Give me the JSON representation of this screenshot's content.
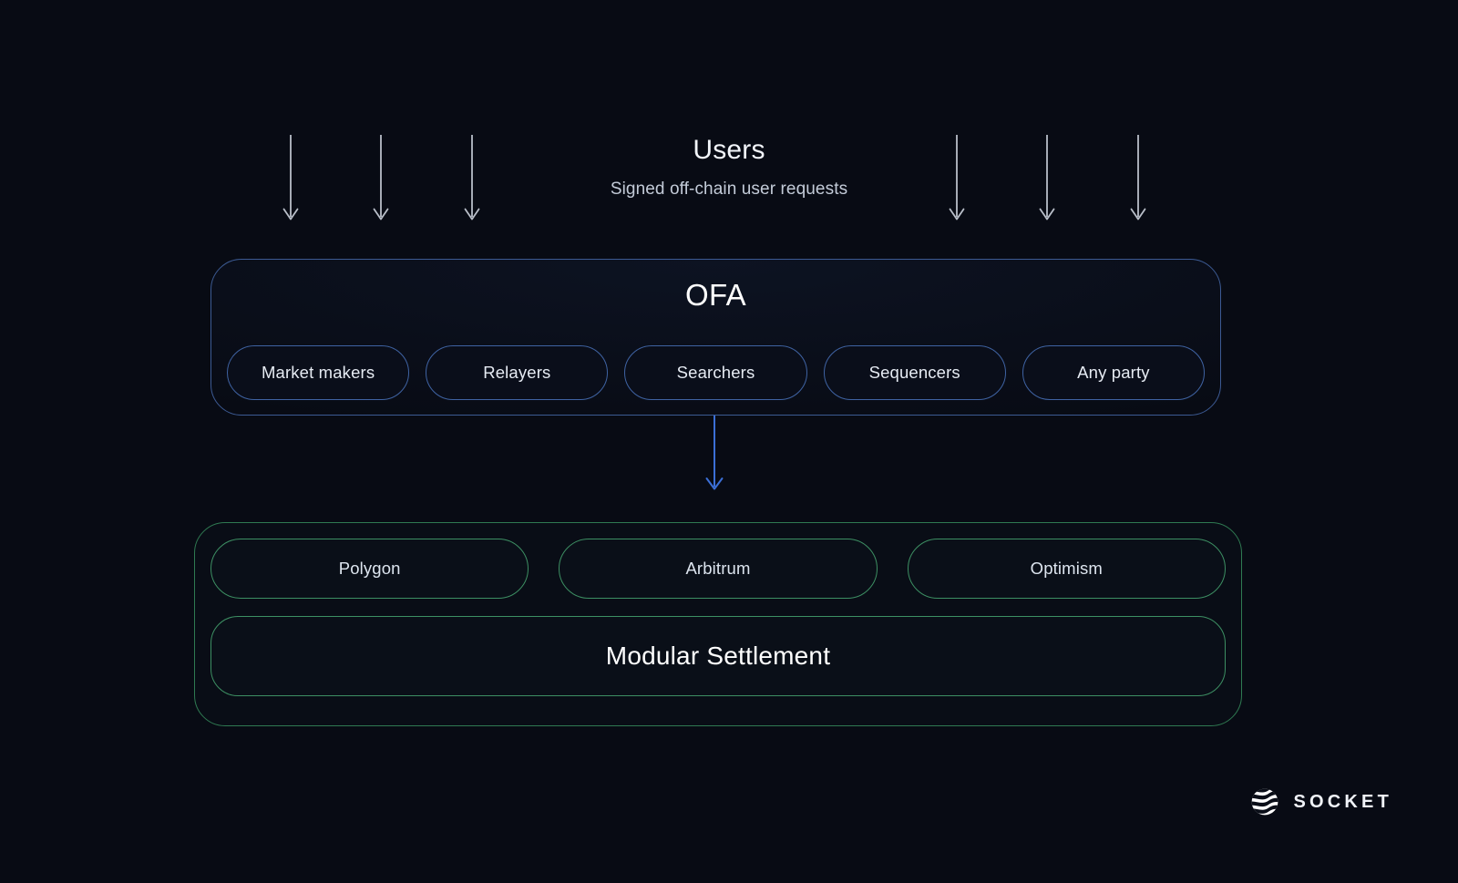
{
  "background_color": "#080b14",
  "users": {
    "title": "Users",
    "subtitle": "Signed off-chain user requests",
    "arrow_icon": "arrow-down-icon",
    "arrow_color": "#b9bfc9",
    "arrow_positions_x": [
      319,
      418,
      518,
      1050,
      1149,
      1249
    ]
  },
  "ofa": {
    "title": "OFA",
    "border_color": "#3c5a93",
    "pill_border_color": "#3f63a3",
    "pills": [
      {
        "label": "Market makers"
      },
      {
        "label": "Relayers"
      },
      {
        "label": "Searchers"
      },
      {
        "label": "Sequencers"
      },
      {
        "label": "Any party"
      }
    ]
  },
  "connector": {
    "icon": "arrow-down-icon",
    "color": "#3b6fd6"
  },
  "chains": {
    "border_color": "#2f7a52",
    "pill_border_color": "#3d8f63",
    "pills": [
      {
        "label": "Polygon"
      },
      {
        "label": "Arbitrum"
      },
      {
        "label": "Optimism"
      }
    ],
    "settlement_label": "Modular Settlement"
  },
  "brand": {
    "icon": "socket-logo-icon",
    "wordmark": "SOCKET",
    "color": "#f0f3f8"
  }
}
